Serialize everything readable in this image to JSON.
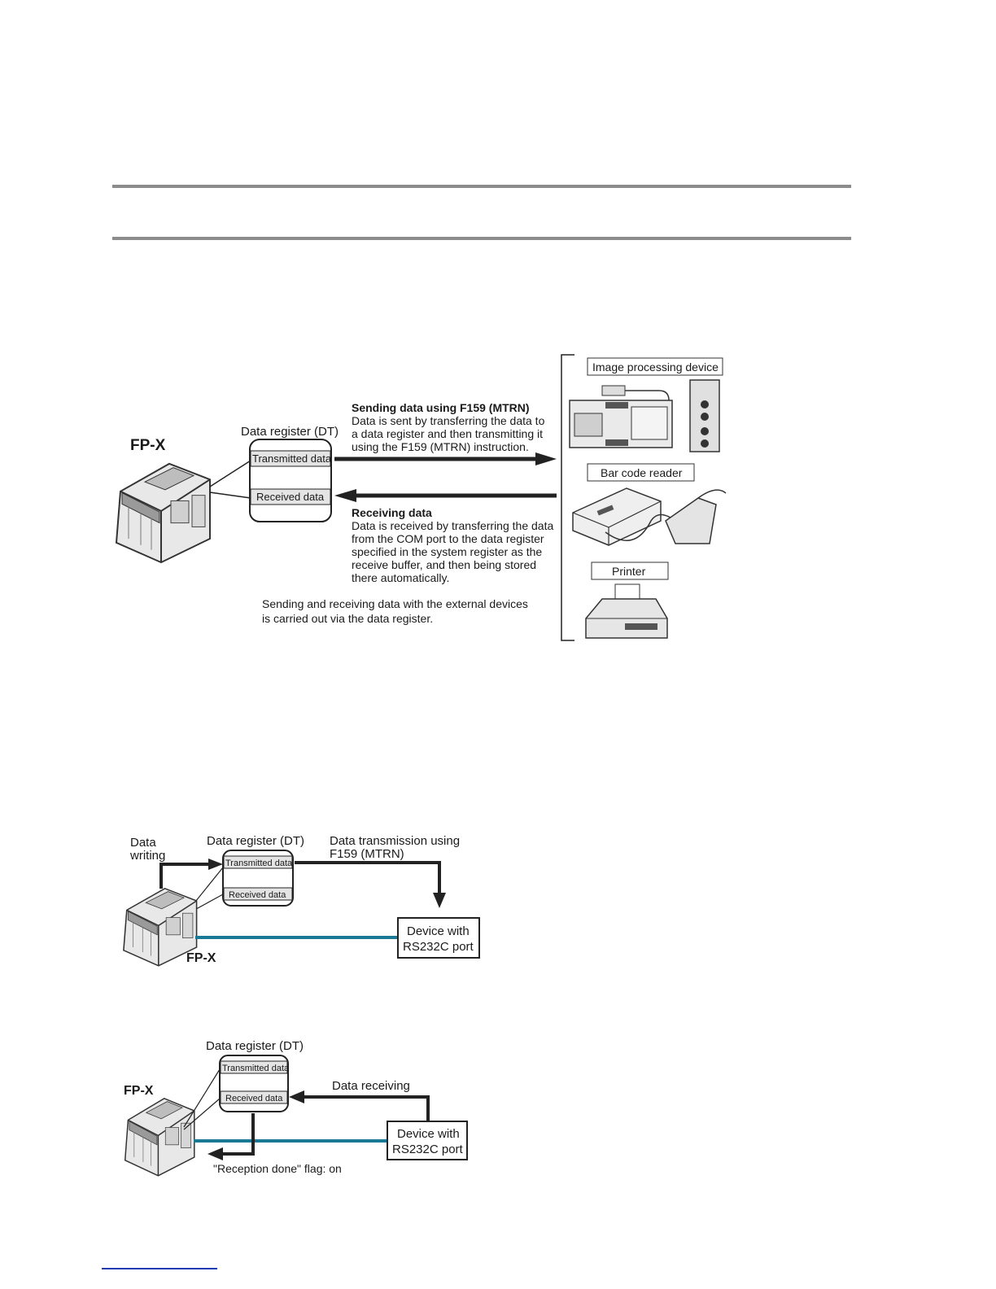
{
  "diagram1": {
    "fpx_label": "FP-X",
    "dt_title": "Data register (DT)",
    "transmitted": "Transmitted data",
    "received": "Received data",
    "send_title": "Sending data using F159 (MTRN)",
    "send_lines": [
      "Data is sent by transferring the data to",
      "a data register and then transmitting it",
      "using the F159 (MTRN) instruction."
    ],
    "recv_title": "Receiving data",
    "recv_lines": [
      "Data is received by transferring the data",
      "from the COM port to the data register",
      "specified in the system register as the",
      "receive buffer, and then being stored",
      "there automatically."
    ],
    "note_lines": [
      "Sending and receiving data with the external devices",
      "is carried out via the data register."
    ],
    "devices": [
      "Image processing device",
      "Bar code reader",
      "Printer"
    ]
  },
  "diagram2": {
    "data_writing": [
      "Data",
      "writing"
    ],
    "dt_title": "Data register (DT)",
    "transmitted": "Transmitted data",
    "received": "Received data",
    "tx_label": [
      "Data transmission using",
      "F159 (MTRN)"
    ],
    "device": [
      "Device with",
      "RS232C port"
    ],
    "fpx_label": "FP-X"
  },
  "diagram3": {
    "dt_title": "Data register (DT)",
    "transmitted": "Transmitted data",
    "received": "Received data",
    "rx_label": "Data receiving",
    "device": [
      "Device with",
      "RS232C port"
    ],
    "fpx_label": "FP-X",
    "flag_label": "\"Reception done\" flag: on"
  },
  "colors": {
    "cable": "#1a7a95",
    "rule": "#8c8c8c",
    "link": "#1f3bb3"
  }
}
